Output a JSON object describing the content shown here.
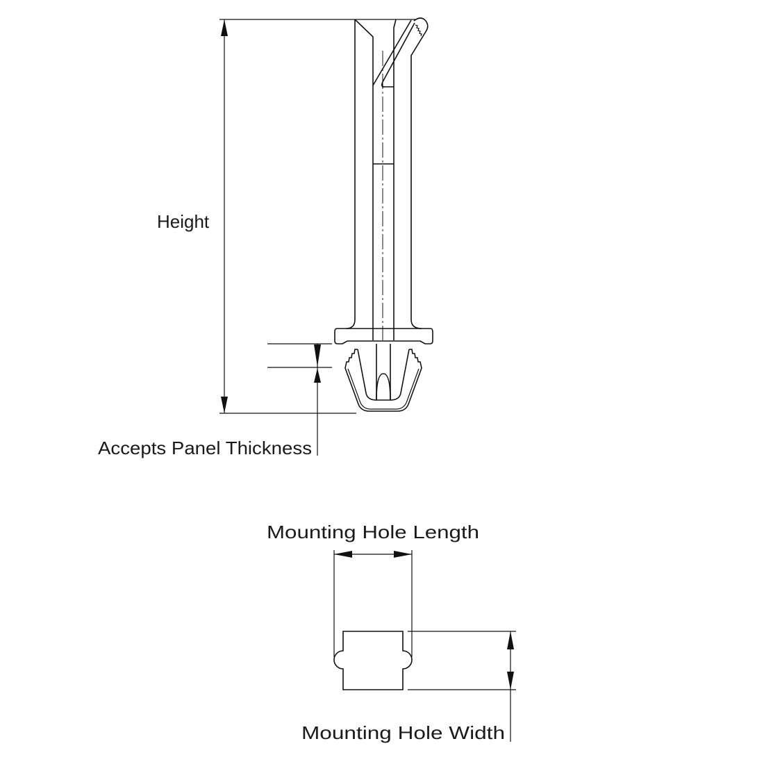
{
  "labels": {
    "height": "Height",
    "panel_thickness": "Accepts Panel Thickness",
    "hole_length": "Mounting Hole Length",
    "hole_width": "Mounting Hole Width"
  },
  "colors": {
    "line": "#111111",
    "background": "#ffffff"
  }
}
